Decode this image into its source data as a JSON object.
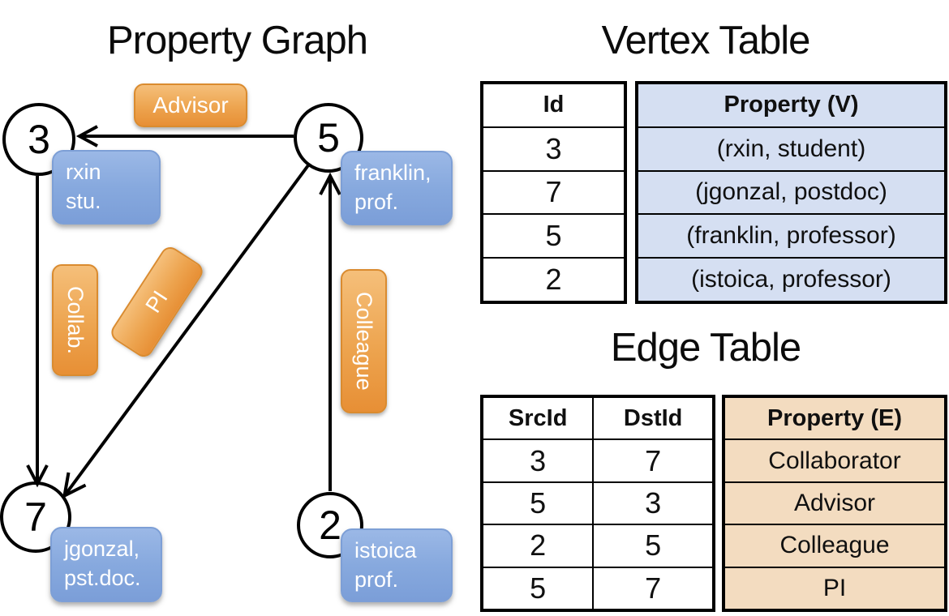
{
  "graph": {
    "title": "Property Graph",
    "vertices": [
      {
        "id": "3",
        "label_lines": [
          "rxin",
          "stu."
        ]
      },
      {
        "id": "5",
        "label_lines": [
          "franklin,",
          "prof."
        ]
      },
      {
        "id": "7",
        "label_lines": [
          "jgonzal,",
          "pst.doc."
        ]
      },
      {
        "id": "2",
        "label_lines": [
          "istoica",
          "prof."
        ]
      }
    ],
    "edges": [
      {
        "label": "Advisor",
        "src": "5",
        "dst": "3"
      },
      {
        "label": "Collab.",
        "src": "3",
        "dst": "7"
      },
      {
        "label": "PI",
        "src": "5",
        "dst": "7"
      },
      {
        "label": "Colleague",
        "src": "2",
        "dst": "5"
      }
    ]
  },
  "vertex_table": {
    "title": "Vertex Table",
    "columns": {
      "id": "Id",
      "property": "Property (V)"
    },
    "rows": [
      {
        "id": "3",
        "property": "(rxin, student)"
      },
      {
        "id": "7",
        "property": "(jgonzal, postdoc)"
      },
      {
        "id": "5",
        "property": "(franklin, professor)"
      },
      {
        "id": "2",
        "property": "(istoica, professor)"
      }
    ]
  },
  "edge_table": {
    "title": "Edge Table",
    "columns": {
      "src": "SrcId",
      "dst": "DstId",
      "property": "Property (E)"
    },
    "rows": [
      {
        "src": "3",
        "dst": "7",
        "property": "Collaborator"
      },
      {
        "src": "5",
        "dst": "3",
        "property": "Advisor"
      },
      {
        "src": "2",
        "dst": "5",
        "property": "Colleague"
      },
      {
        "src": "5",
        "dst": "7",
        "property": "PI"
      }
    ]
  },
  "colors": {
    "edge_label_fill": "#eda44f",
    "edge_label_border": "#da8b2f",
    "vertex_label_fill": "#87a9de",
    "vertex_label_border": "#7d9fd6",
    "vertex_property_cell": "#d5dff2",
    "edge_property_cell": "#f3dcc0",
    "line": "#000000",
    "text_on_labels": "#ffffff"
  }
}
